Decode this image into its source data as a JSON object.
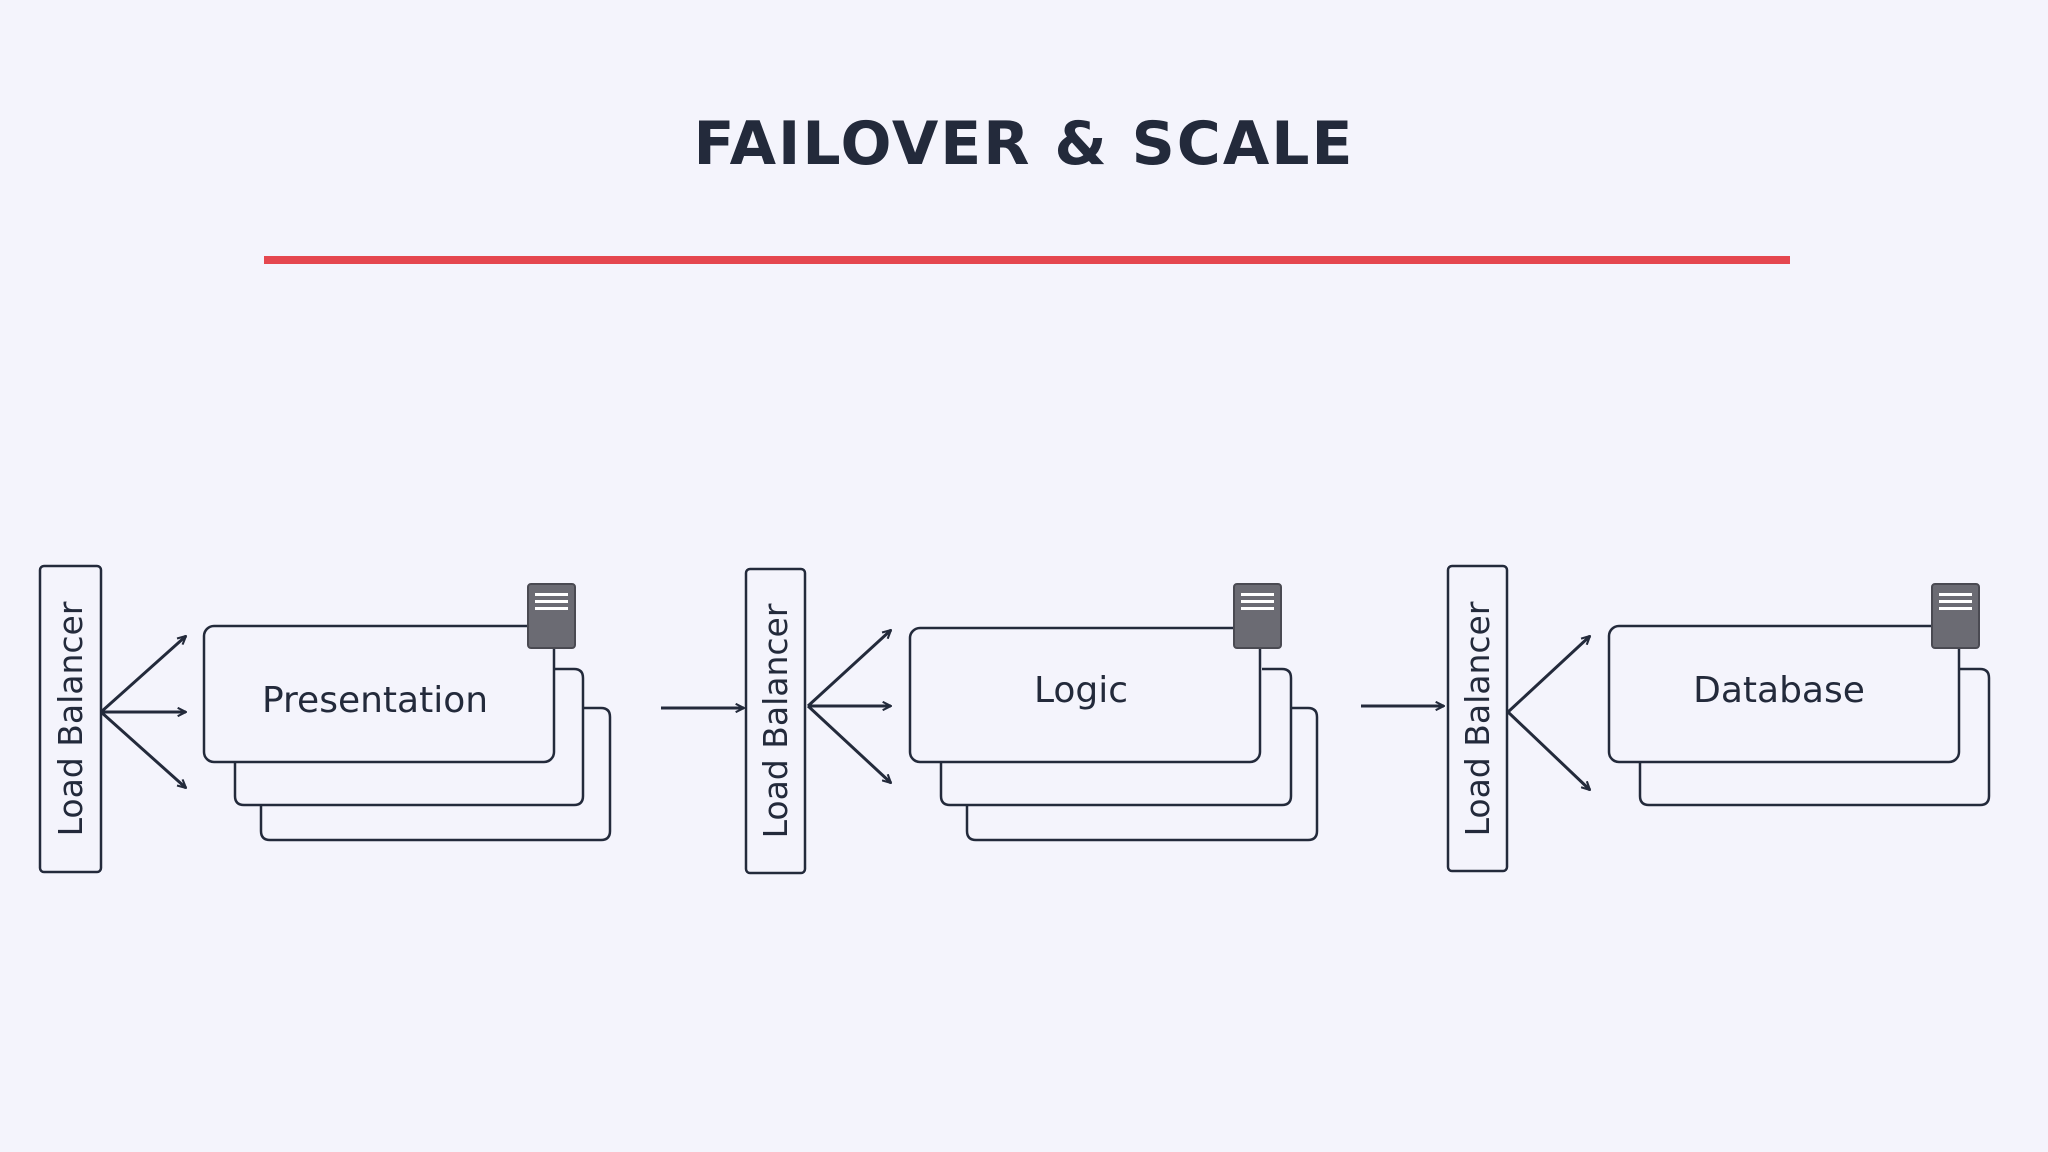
{
  "title": "FAILOVER & SCALE",
  "colors": {
    "background": "#f4f4fc",
    "ink": "#232a3b",
    "accent_underline": "#e5474f",
    "server_icon": "#6b6b73"
  },
  "tiers": [
    {
      "load_balancer_label": "Load Balancer",
      "tier_label": "Presentation",
      "server_icon": "server-icon"
    },
    {
      "load_balancer_label": "Load Balancer",
      "tier_label": "Logic",
      "server_icon": "server-icon"
    },
    {
      "load_balancer_label": "Load Balancer",
      "tier_label": "Database",
      "server_icon": "server-icon"
    }
  ]
}
